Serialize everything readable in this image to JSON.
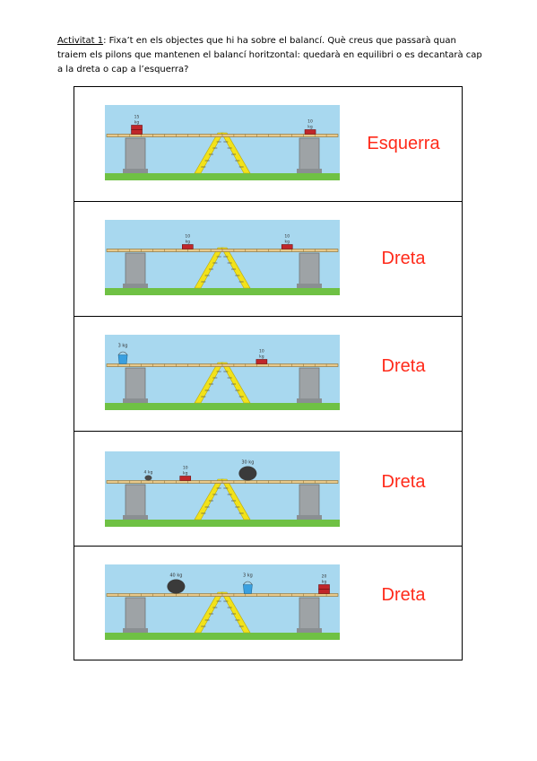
{
  "instructions": {
    "label": "Activitat 1",
    "text": ": Fixa’t en els objectes que hi ha sobre el balancí. Què creus que passarà quan traiem els pilons que mantenen el balancí horitzontal: quedarà en equilibri o es decantarà cap a la dreta o cap a l’esquerra?"
  },
  "colors": {
    "answer": "#ff2a1a",
    "sky": "#a8d8ef",
    "grass": "#6fc144",
    "weight": "#c0262a",
    "ladder": "#f2e21a",
    "beam": "#e8c98a"
  },
  "rows": [
    {
      "answer": "Esquerra",
      "objects": [
        {
          "type": "weight",
          "label": "15 kg",
          "stack": 2,
          "beam_pos": 0.13
        },
        {
          "type": "weight",
          "label": "10 kg",
          "stack": 1,
          "beam_pos": 0.88
        }
      ]
    },
    {
      "answer": "Dreta",
      "objects": [
        {
          "type": "weight",
          "label": "10 kg",
          "stack": 1,
          "beam_pos": 0.35
        },
        {
          "type": "weight",
          "label": "10 kg",
          "stack": 1,
          "beam_pos": 0.78
        }
      ]
    },
    {
      "answer": "Dreta",
      "objects": [
        {
          "type": "bucket",
          "label": "3 kg",
          "beam_pos": 0.07
        },
        {
          "type": "weight",
          "label": "10 kg",
          "stack": 1,
          "beam_pos": 0.67
        }
      ]
    },
    {
      "answer": "Dreta",
      "objects": [
        {
          "type": "rock-small",
          "label": "4 kg",
          "beam_pos": 0.18
        },
        {
          "type": "weight",
          "label": "10 kg",
          "stack": 1,
          "beam_pos": 0.34
        },
        {
          "type": "rock",
          "label": "30 kg",
          "beam_pos": 0.61
        }
      ]
    },
    {
      "answer": "Dreta",
      "objects": [
        {
          "type": "rock",
          "label": "40 kg",
          "beam_pos": 0.3
        },
        {
          "type": "bucket",
          "label": "3 kg",
          "beam_pos": 0.61
        },
        {
          "type": "weight",
          "label": "20 kg",
          "stack": 2,
          "beam_pos": 0.94
        }
      ]
    }
  ]
}
